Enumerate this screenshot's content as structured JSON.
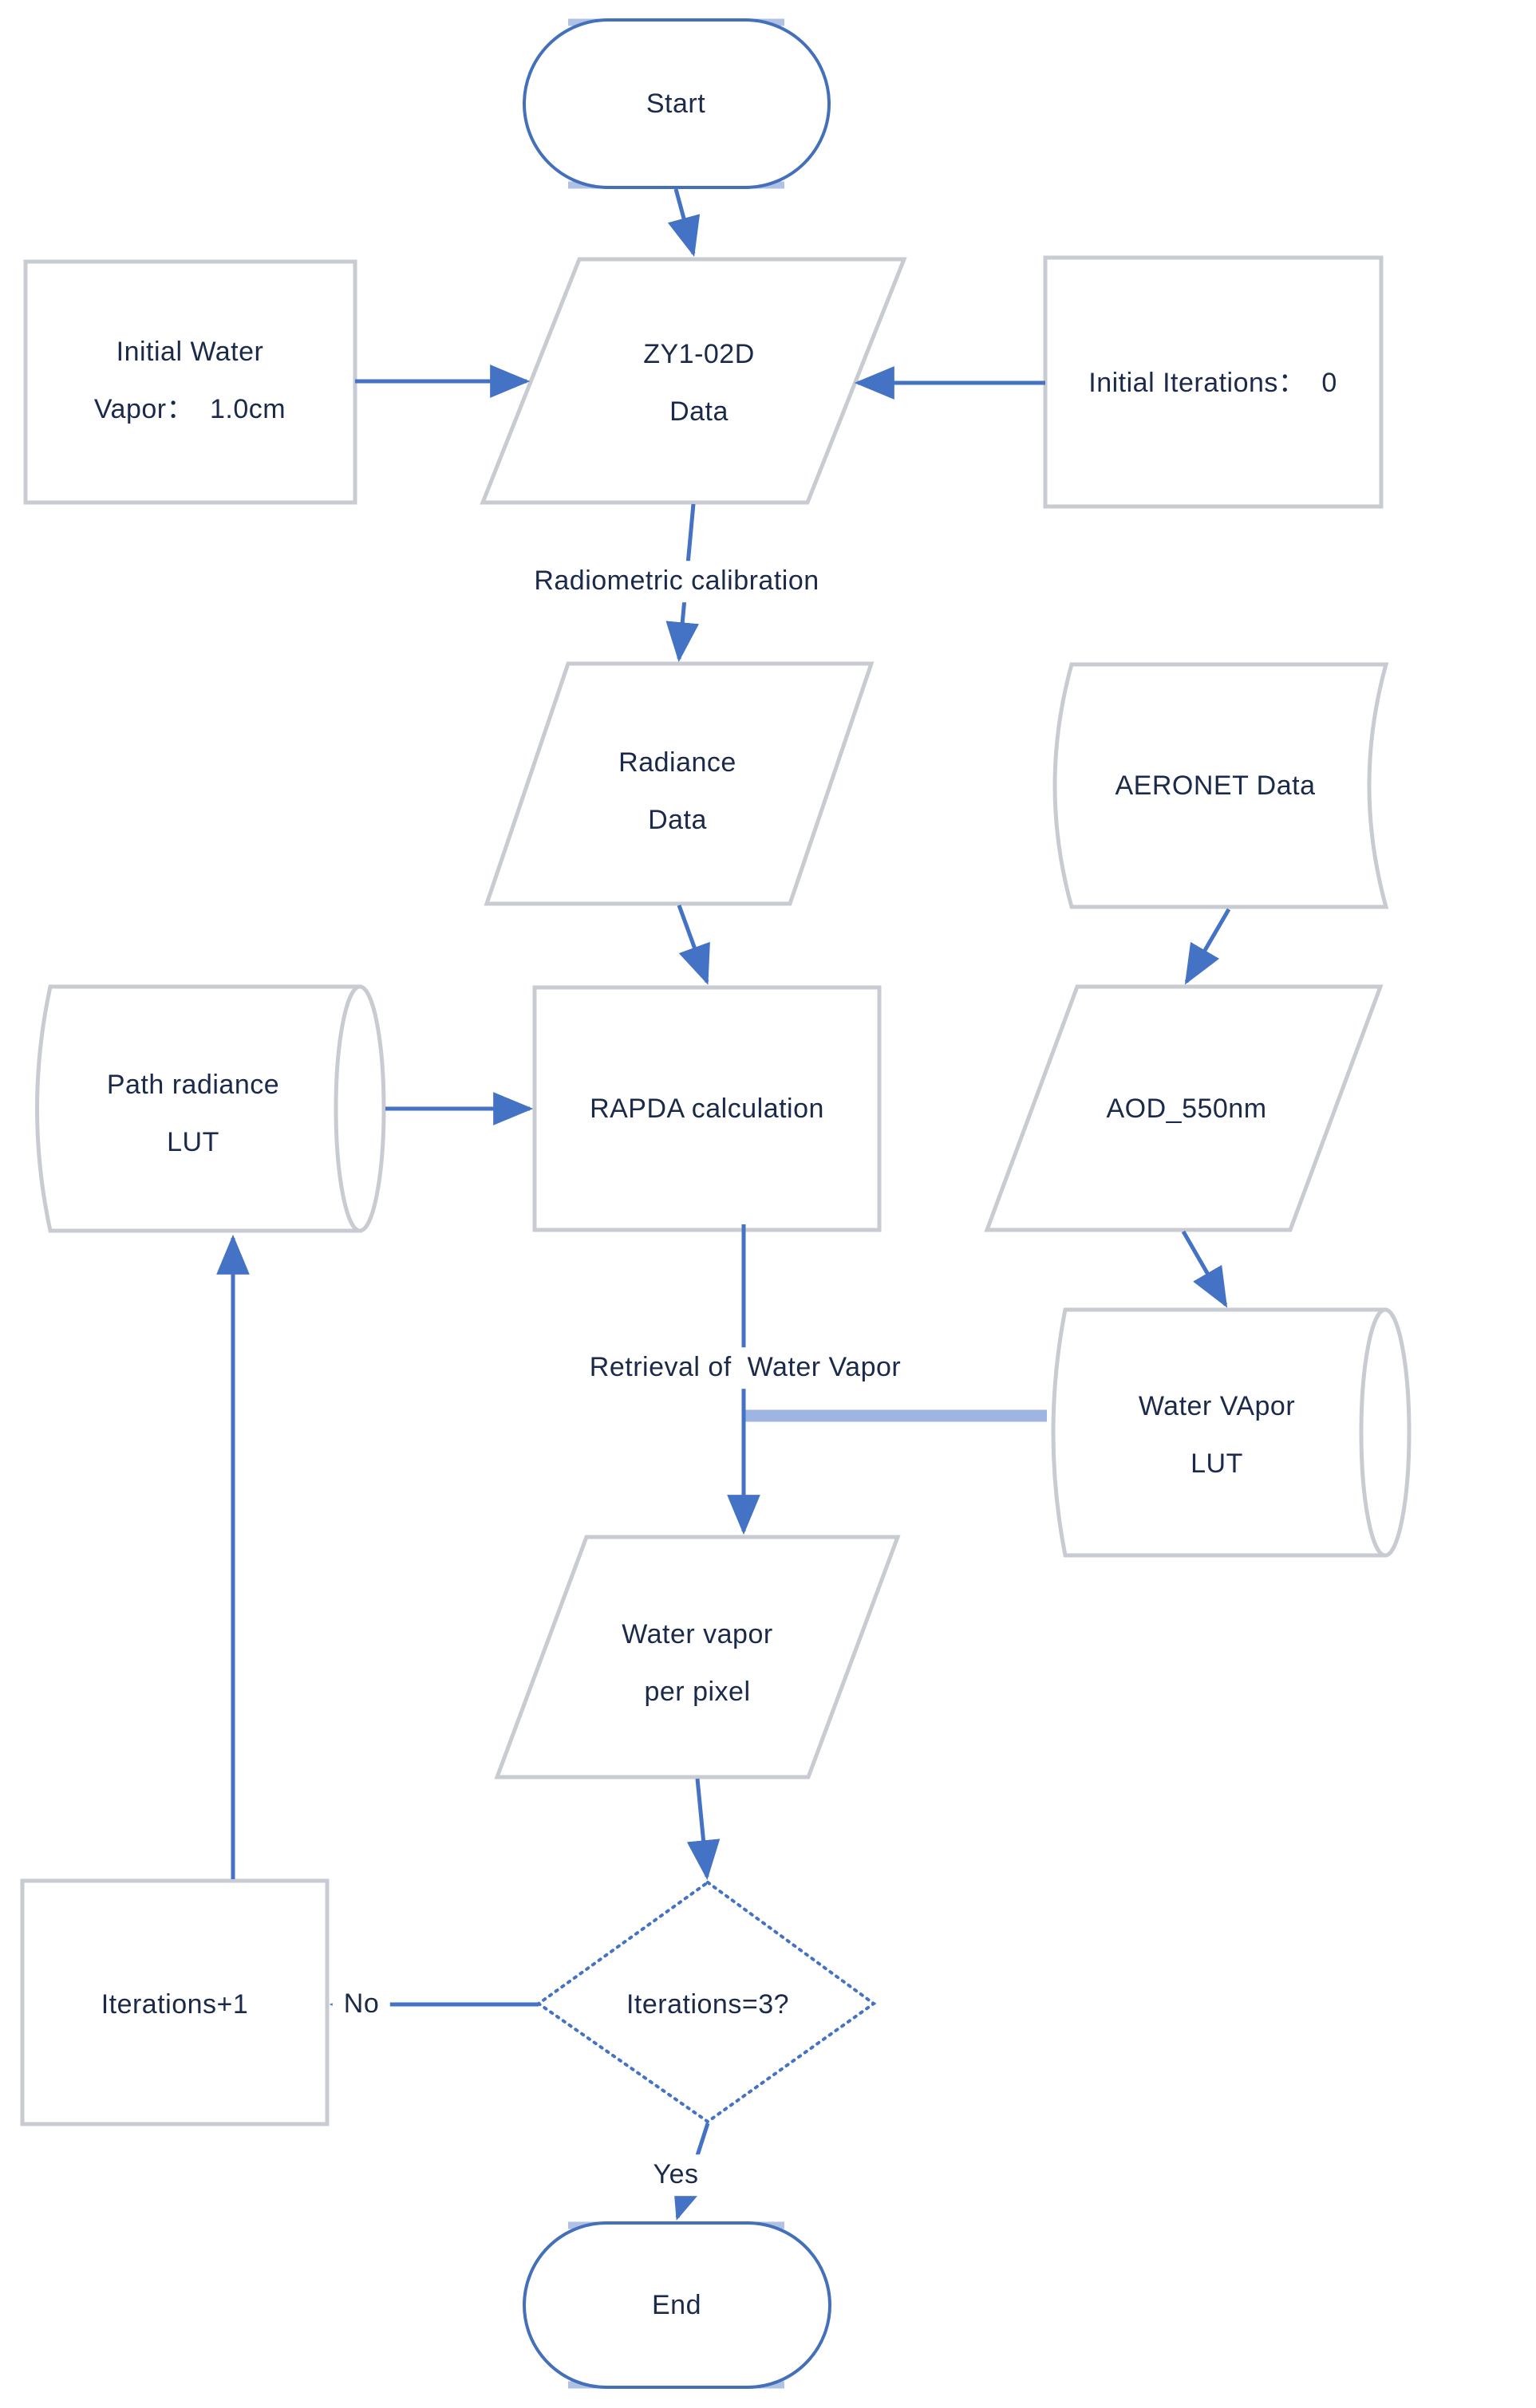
{
  "diagram": {
    "title_implied": "ZY1-02D water vapor retrieval flowchart",
    "colors": {
      "arrow_blue": "#4472c4",
      "light_blue_connector": "#9db5e0",
      "shape_border_gray": "#c8cbd1",
      "terminator_border_blue": "#4470ba",
      "text_navy": "#1b2a4a",
      "background": "#ffffff"
    },
    "nodes": {
      "start": {
        "type": "terminator",
        "label": "Start"
      },
      "initial_water_vapor": {
        "type": "process",
        "label": "Initial Water\nVapor：  1.0cm"
      },
      "zy1_data": {
        "type": "data-parallelogram",
        "label": "ZY1-02D\nData"
      },
      "initial_iterations": {
        "type": "process",
        "label": "Initial Iterations：  0"
      },
      "radiance_data": {
        "type": "data-parallelogram",
        "label": "Radiance\nData"
      },
      "aeronet_data": {
        "type": "stored-data",
        "label": "AERONET Data"
      },
      "path_radiance_lut": {
        "type": "direct-access-storage",
        "label": "Path radiance\nLUT"
      },
      "rapda_calculation": {
        "type": "process",
        "label": "RAPDA calculation"
      },
      "aod_550nm": {
        "type": "data-parallelogram",
        "label": "AOD_550nm"
      },
      "water_vapor_lut": {
        "type": "direct-access-storage",
        "label": "Water VApor\nLUT"
      },
      "water_vapor_per_pixel": {
        "type": "data-parallelogram",
        "label": "Water vapor\nper pixel"
      },
      "iterations_decision": {
        "type": "decision",
        "label": "Iterations=3?"
      },
      "iterations_plus_1": {
        "type": "process",
        "label": "Iterations+1"
      },
      "end": {
        "type": "terminator",
        "label": "End"
      }
    },
    "edge_labels": {
      "radiometric_calibration": "Radiometric calibration",
      "retrieval_of_water_vapor": "Retrieval of  Water Vapor",
      "no": "No",
      "yes": "Yes"
    }
  }
}
